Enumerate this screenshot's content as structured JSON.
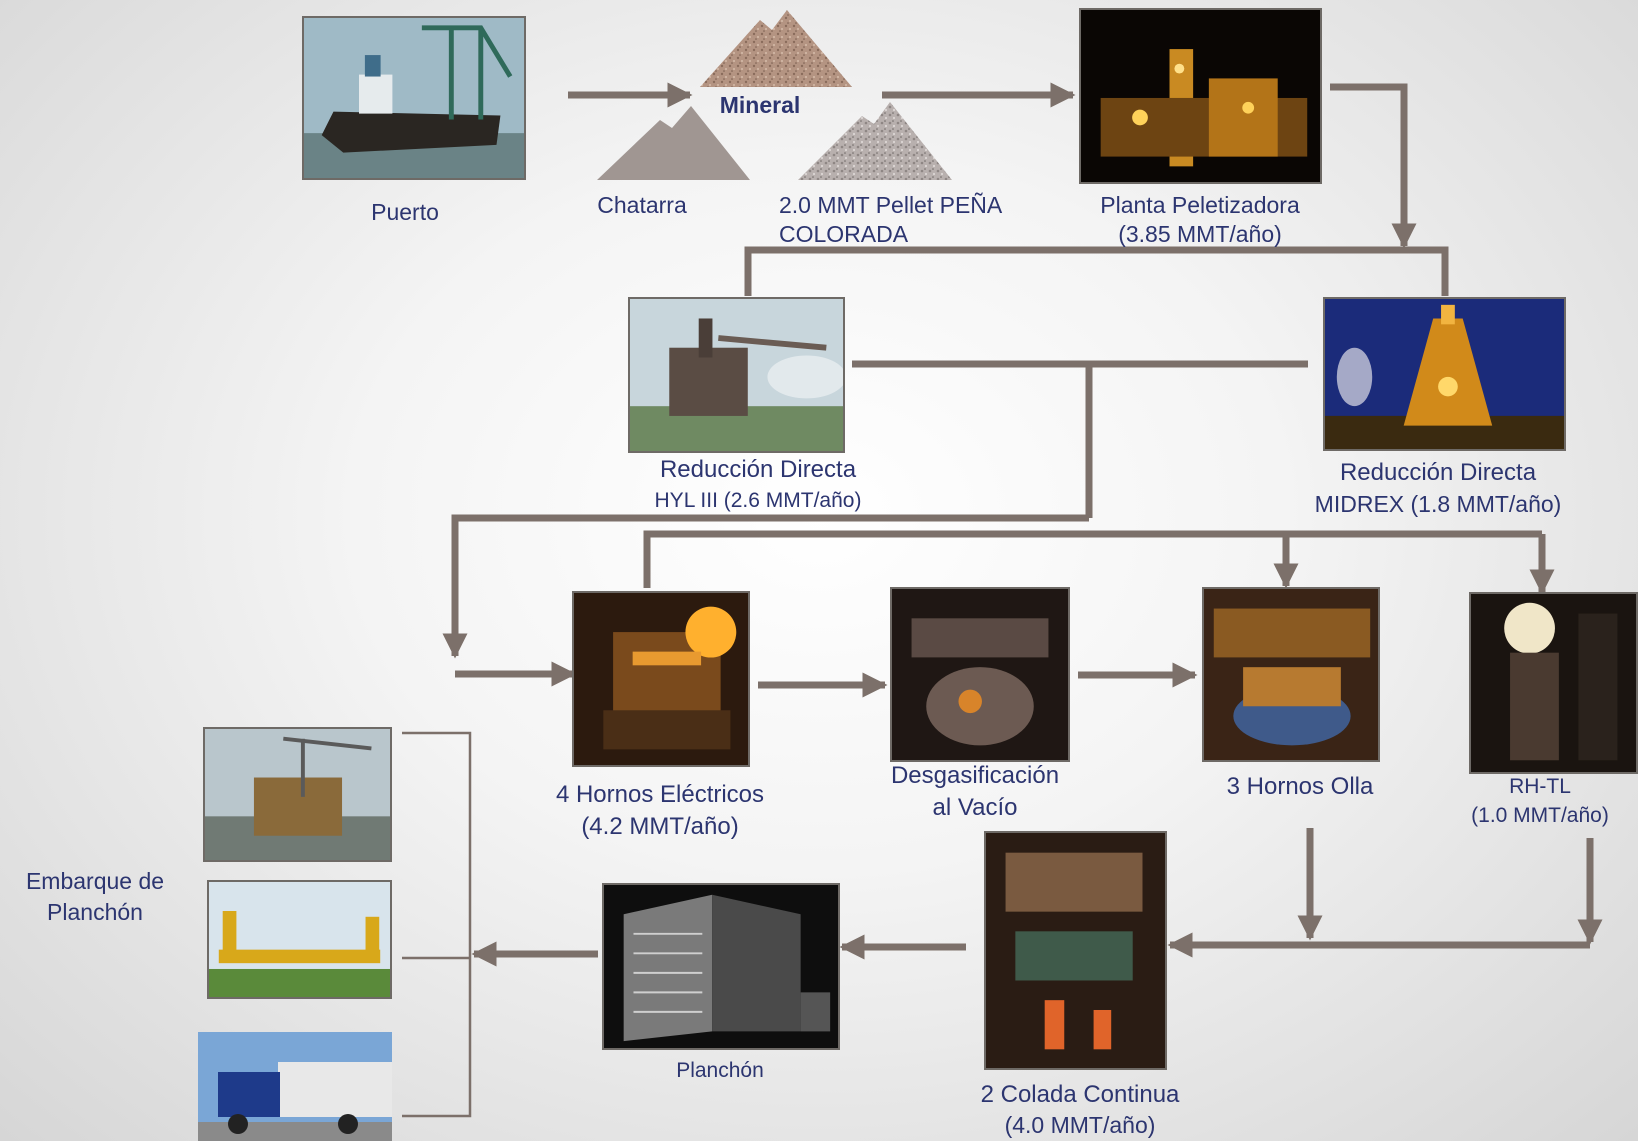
{
  "nodes": {
    "puerto": {
      "label": "Puerto"
    },
    "mineral": {
      "label": "Mineral"
    },
    "chatarra": {
      "label": "Chatarra"
    },
    "pellet": {
      "line1": "2.0 MMT Pellet PEÑA",
      "line2": "COLORADA"
    },
    "peletizadora": {
      "line1": "Planta Peletizadora",
      "line2": "(3.85 MMT/año)"
    },
    "hyl": {
      "line1": "Reducción Directa",
      "line2": "HYL III (2.6 MMT/año)"
    },
    "midrex": {
      "line1": "Reducción Directa",
      "line2": "MIDREX (1.8 MMT/año)"
    },
    "hornos_electricos": {
      "line1": "4 Hornos Eléctricos",
      "line2": "(4.2 MMT/año)"
    },
    "desgasificacion": {
      "line1": "Desgasificación",
      "line2": "al Vacío"
    },
    "hornos_olla": {
      "label": "3 Hornos Olla"
    },
    "rhtl": {
      "line1": "RH-TL",
      "line2": "(1.0 MMT/año)"
    },
    "colada": {
      "line1": "2 Colada Continua",
      "line2": "(4.0 MMT/año)"
    },
    "planchon": {
      "label": "Planchón"
    },
    "embarque": {
      "line1": "Embarque de",
      "line2": "Planchón"
    }
  },
  "colors": {
    "connector": "#7c706a",
    "label": "#2c3570",
    "frame": "#6e6a66"
  }
}
